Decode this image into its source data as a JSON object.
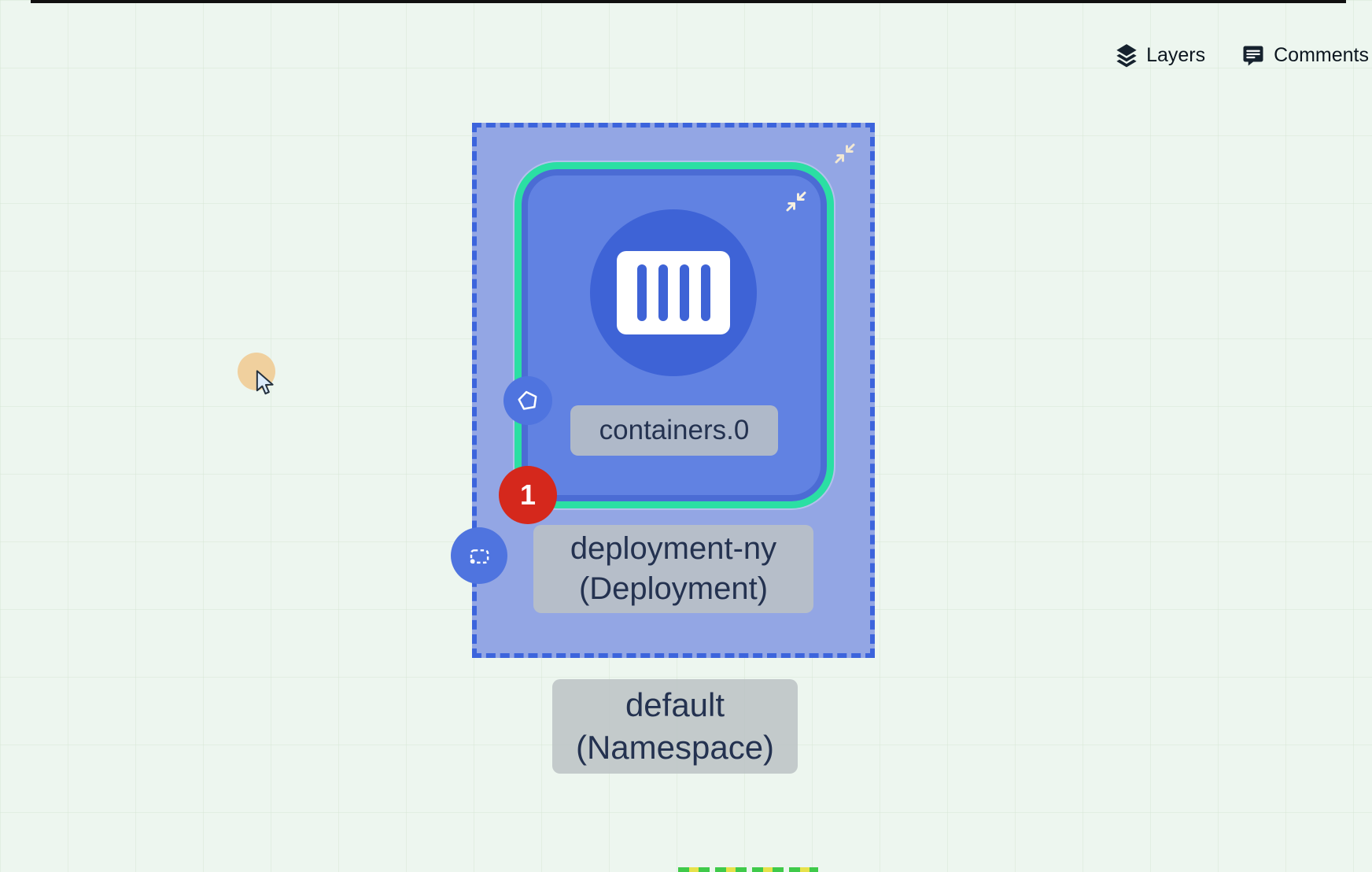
{
  "header": {
    "layers_label": "Layers",
    "comments_label": "Comments",
    "layers_icon": "layers-icon",
    "comments_icon": "comment-bubble-icon"
  },
  "diagram": {
    "namespace": {
      "name": "default",
      "kind": "(Namespace)"
    },
    "deployment": {
      "name": "deployment-ny",
      "kind": "(Deployment)",
      "badge_count": "1",
      "attached_icons": [
        "pod-pentagon-icon",
        "deploy-dashed-box-icon"
      ],
      "collapse_icon": "collapse-arrows-icon"
    },
    "container": {
      "label": "containers.0",
      "icon": "container-slots-icon"
    }
  },
  "cursor": {
    "icon": "arrow-cursor-icon",
    "highlight": "click-highlight-circle"
  },
  "colors": {
    "canvas-bg": "#edf6ef",
    "grid-line": "#d8e7d6",
    "namespace-fill": "#93a6e4",
    "namespace-border": "#3c64dc",
    "node-fill": "#6182e2",
    "node-green-border": "#2bdfa3",
    "node-inner-ring": "#4464cf",
    "container-circle": "#3e63d6",
    "label-bg": "#bcc2c5",
    "label-text": "#243250",
    "badge-red": "#d5281c",
    "badge-text": "#ffffff",
    "icon-bubble-blue": "#4f74df",
    "collapse-arrow": "#f2e8d2",
    "header-text": "#0c161f",
    "highlight-tan": "#f0c98f"
  }
}
